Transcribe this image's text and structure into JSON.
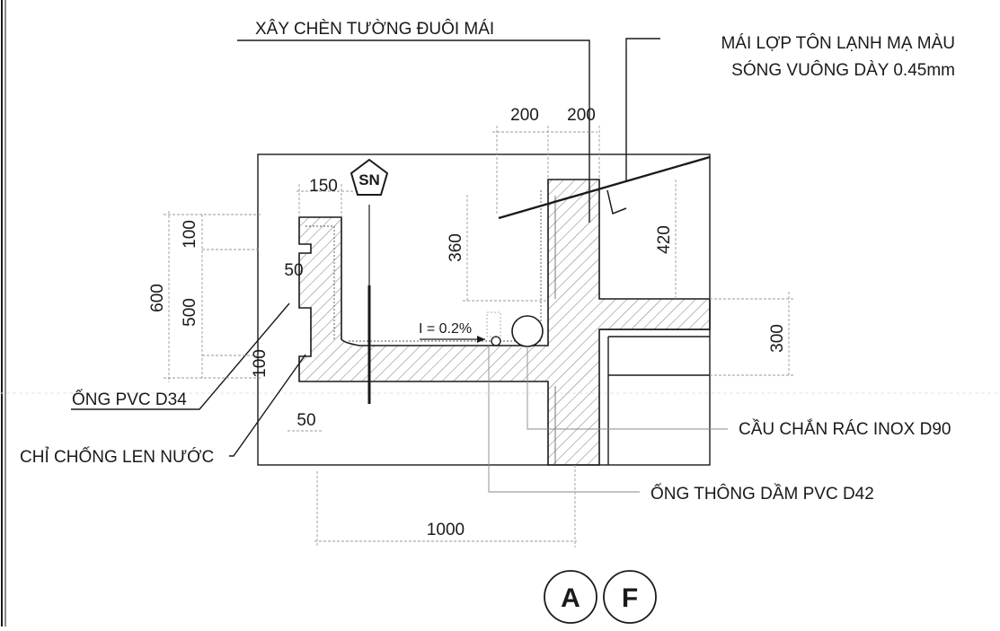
{
  "labels": {
    "parapet_infill": "XÂY CHÈN TƯỜNG ĐUÔI MÁI",
    "roof_line1": "MÁI LỢP TÔN LẠNH MẠ MÀU",
    "roof_line2": "SÓNG VUÔNG DÀY 0.45mm",
    "pvc_pipe": "ỐNG PVC D34",
    "drip_edge": "CHỈ CHỐNG LEN NƯỚC",
    "debris_grate": "CẦU CHẮN RÁC INOX D90",
    "beam_sleeve": "ỐNG THÔNG DẦM PVC D42",
    "slope": "I = 0.2%",
    "tag": "SN",
    "grid_a": "A",
    "grid_f": "F"
  },
  "dimensions": {
    "d150": "150",
    "d200a": "200",
    "d200b": "200",
    "d100_top": "100",
    "d600": "600",
    "d500": "500",
    "d50_a": "50",
    "d100_bot": "100",
    "d50_b": "50",
    "d360": "360",
    "d420": "420",
    "d300": "300",
    "d1000": "1000"
  },
  "colors": {
    "ink": "#1a1a1a",
    "hatch": "#7a7a7a",
    "dim": "#9a9a9a"
  }
}
